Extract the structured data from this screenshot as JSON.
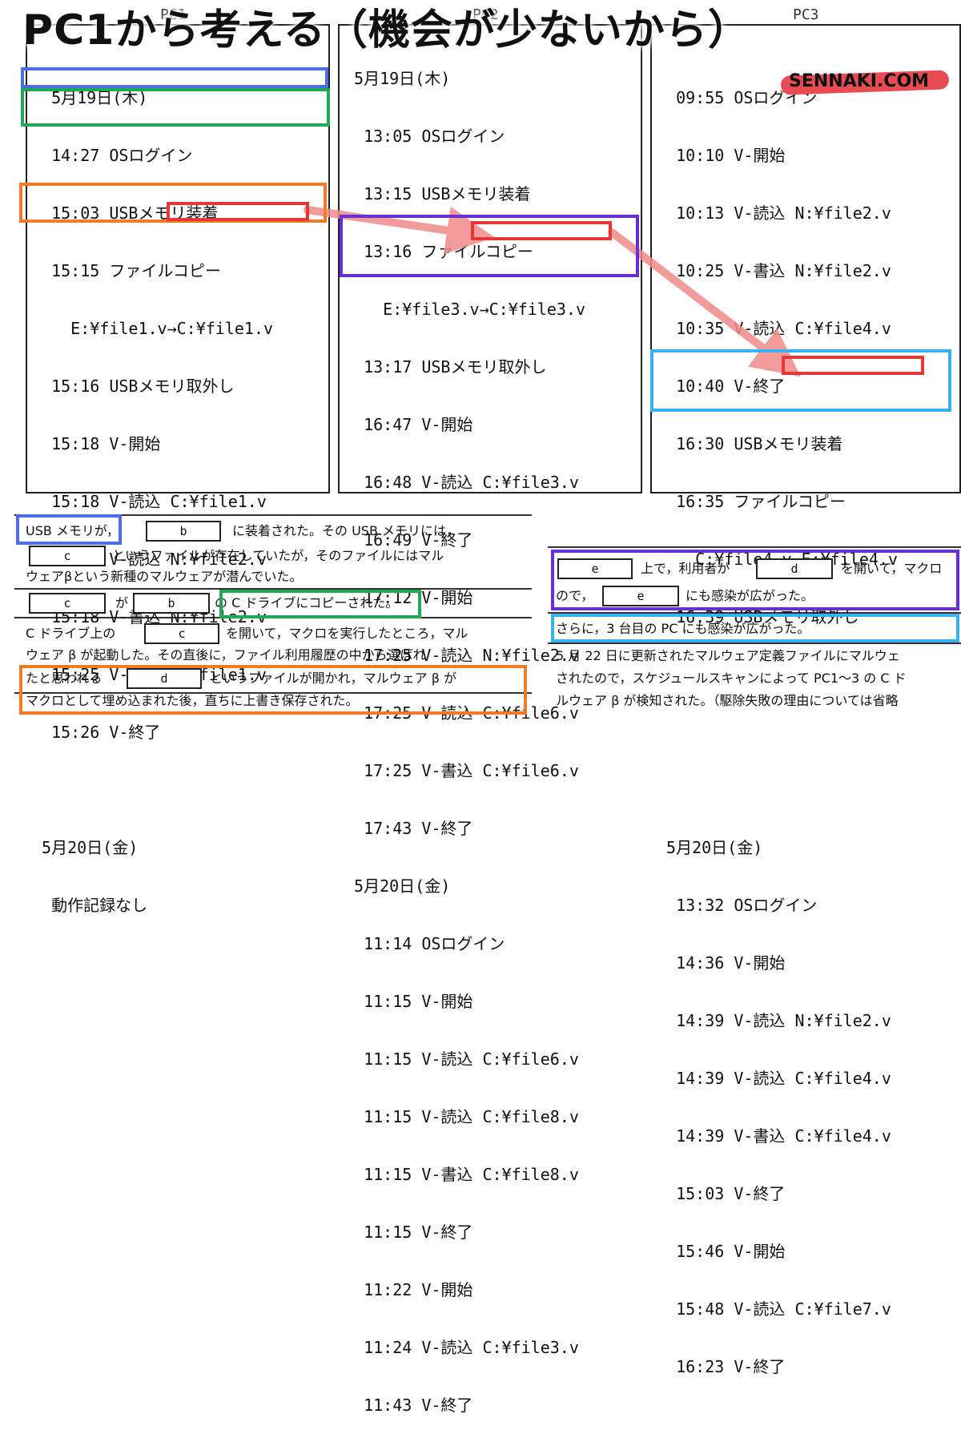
{
  "banner": {
    "title": "PC1から考える（機会が少ないから）"
  },
  "watermark": {
    "text": "SENNAKI.COM"
  },
  "pc_headers": [
    "PC1",
    "PC2",
    "PC3"
  ],
  "pc1": {
    "lines": [
      "  5月19日(木)",
      "  14:27 OSログイン",
      "  15:03 USBメモリ装着",
      "  15:15 ファイルコピー",
      "    E:¥file1.v→C:¥file1.v",
      "  15:16 USBメモリ取外し",
      "  15:18 V-開始",
      "  15:18 V-読込 C:¥file1.v",
      "  15:18 V-読込 N:¥file2.v",
      "  15:18 V-書込 N:¥file2.v",
      "  15:25 V-書込 C:¥file1.v",
      "  15:26 V-終了",
      "",
      " 5月20日(金)",
      "  動作記録なし"
    ]
  },
  "pc2": {
    "lines": [
      " 5月19日(木)",
      "  13:05 OSログイン",
      "  13:15 USBメモリ装着",
      "  13:16 ファイルコピー",
      "    E:¥file3.v→C:¥file3.v",
      "  13:17 USBメモリ取外し",
      "  16:47 V-開始",
      "  16:48 V-読込 C:¥file3.v",
      "  16:49 V-終了",
      "  17:12 V-開始",
      "  17:25 V-読込 N:¥file2.v",
      "  17:25 V-読込 C:¥file6.v",
      "  17:25 V-書込 C:¥file6.v",
      "  17:43 V-終了",
      " 5月20日(金)",
      "  11:14 OSログイン",
      "  11:15 V-開始",
      "  11:15 V-読込 C:¥file6.v",
      "  11:15 V-読込 C:¥file8.v",
      "  11:15 V-書込 C:¥file8.v",
      "  11:15 V-終了",
      "  11:22 V-開始",
      "  11:24 V-読込 C:¥file3.v",
      "  11:43 V-終了"
    ]
  },
  "pc3": {
    "lines": [
      "  09:55 OSログイン",
      "  10:10 V-開始",
      "  10:13 V-読込 N:¥file2.v",
      "  10:25 V-書込 N:¥file2.v",
      "  10:35 V-読込 C:¥file4.v",
      "  10:40 V-終了",
      "  16:30 USBメモリ装着",
      "  16:35 ファイルコピー",
      "    C:¥file4.v→E:¥file4.v",
      "  16:39 USBメモリ取外し",
      "",
      "",
      "",
      " 5月20日(金)",
      "  13:32 OSログイン",
      "  14:36 V-開始",
      "  14:39 V-読込 N:¥file2.v",
      "  14:39 V-読込 C:¥file4.v",
      "  14:39 V-書込 C:¥file4.v",
      "  15:03 V-終了",
      "  15:46 V-開始",
      "  15:48 V-読込 C:¥file7.v",
      "  16:23 V-終了"
    ]
  },
  "left_table": {
    "r1_a": "USB メモリが，",
    "r1_b": "に装着された。その USB メモリには，",
    "r2_a": "というファイルが存在していたが，そのファイルにはマル",
    "r3": "ウェアβという新種のマルウェアが潜んでいた。",
    "r4_a": "が",
    "r4_b": "の C ドライブにコピーされた。",
    "r5_a": "C ドライブ上の",
    "r5_b": "を開いて，マクロを実行したところ，マル",
    "r6": "ウェア β が起動した。その直後に，ファイル利用履歴の中から選ばれ",
    "r7_a": "たと思われる",
    "r7_b": "というファイルが開かれ，マルウェア β が",
    "r8": "マクロとして埋め込まれた後，直ちに上書き保存された。"
  },
  "right_table": {
    "r1_a": "上で，利用者が",
    "r1_b": "を開いて，マクロ",
    "r2_a": "ので，",
    "r2_b": "にも感染が広がった。",
    "r3": "さらに，3 台目の PC にも感染が広がった。",
    "r4": "5 月 22 日に更新されたマルウェア定義ファイルにマルウェ",
    "r5": "されたので，スケジュールスキャンによって PC1～3 の C ド",
    "r6": "ルウェア β が検知された。（駆除失敗の理由については省略"
  },
  "blanks": {
    "b": "b",
    "c": "c",
    "d": "d",
    "e": "e"
  },
  "colors": {
    "blue": "#4a6fe3",
    "green": "#20a857",
    "orange": "#f07c2a",
    "red": "#e53935",
    "purple": "#6a2fd0",
    "cyan": "#3ab0ee",
    "arrow": "#f08a8a"
  }
}
